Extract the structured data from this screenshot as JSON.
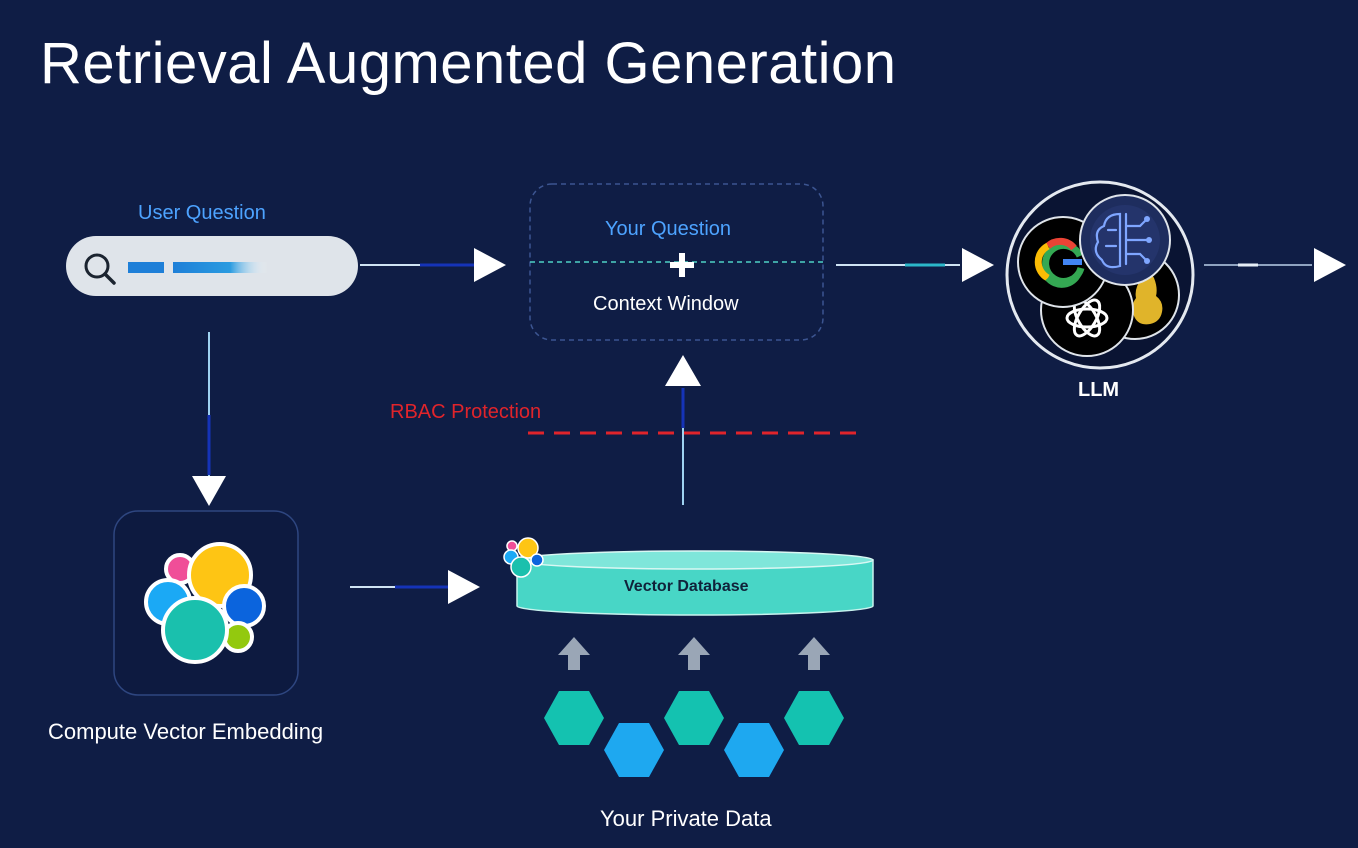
{
  "title": "Retrieval Augmented Generation",
  "labels": {
    "user_question": "User Question",
    "your_question": "Your Question",
    "context_window": "Context Window",
    "rbac": "RBAC Protection",
    "llm": "LLM",
    "vector_database": "Vector Database",
    "compute_embedding": "Compute Vector Embedding",
    "private_data": "Your Private Data"
  },
  "colors": {
    "background": "#0f1d45",
    "accent_blue": "#4da3ff",
    "rbac_red": "#e0242b",
    "db_teal": "#48d6c6",
    "hex_teal": "#14c2b0",
    "hex_blue": "#1ea8f0"
  },
  "icons": [
    "search-icon",
    "elastic-logo-icon",
    "google-icon",
    "brain-circuit-icon",
    "openai-icon",
    "llama-icon"
  ]
}
